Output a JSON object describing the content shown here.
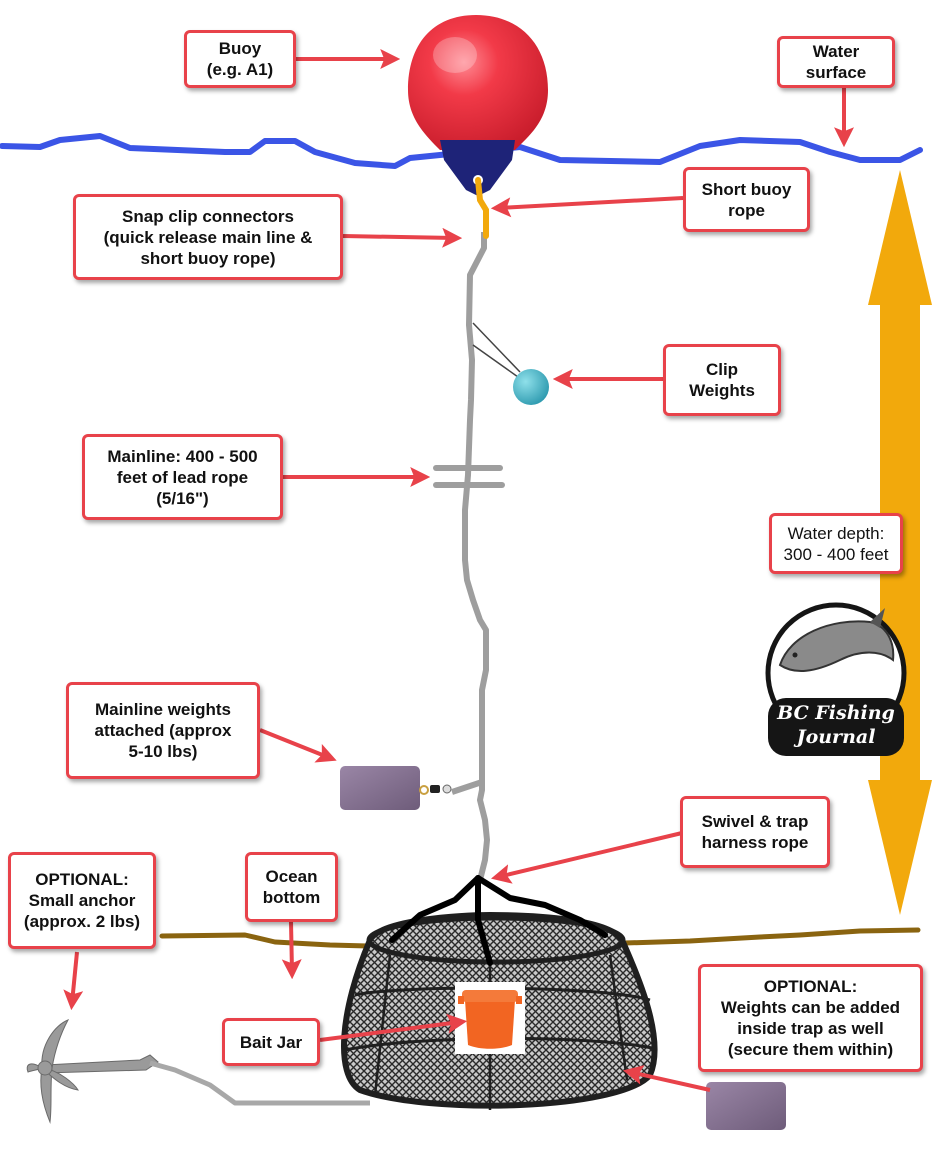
{
  "diagram": {
    "title": "Prawn trap setup diagram",
    "colors": {
      "callout_border": "#e8424a",
      "arrow": "#e8424a",
      "water_surface": "#3b55e6",
      "ocean_bottom": "#8a6410",
      "depth_arrow": "#f2a90c",
      "mainline_rope": "#9e9e9e",
      "buoy_rope": "#f2a90c",
      "buoy_red": "#f0303f",
      "buoy_navy": "#1e2378",
      "clip_weight": "#4bb8c9",
      "lead_weight": "#857092",
      "bait_jar": "#f26522",
      "trap_net": "#2a2a2a",
      "harness": "#000000"
    },
    "labels": {
      "buoy": "Buoy\n(e.g. A1)",
      "water_surface": "Water\nsurface",
      "snap_clip": "Snap clip connectors\n(quick release main line &\nshort buoy rope)",
      "short_buoy_rope": "Short buoy\nrope",
      "clip_weights": "Clip\nWeights",
      "mainline": "Mainline: 400 - 500\nfeet of lead rope\n(5/16\")",
      "water_depth": "Water depth:\n300 - 400 feet",
      "mainline_weights": "Mainline weights\nattached (approx\n5-10 lbs)",
      "swivel": "Swivel & trap\nharness rope",
      "optional_anchor": "OPTIONAL:\nSmall  anchor\n(approx. 2 lbs)",
      "ocean_bottom": "Ocean\nbottom",
      "bait_jar": "Bait Jar",
      "optional_weights": "OPTIONAL:\nWeights can be added\ninside trap as well\n(secure them within)"
    },
    "logo": {
      "line1": "BC Fishing",
      "line2": "Journal",
      "icon": "leaping-salmon-icon"
    }
  }
}
